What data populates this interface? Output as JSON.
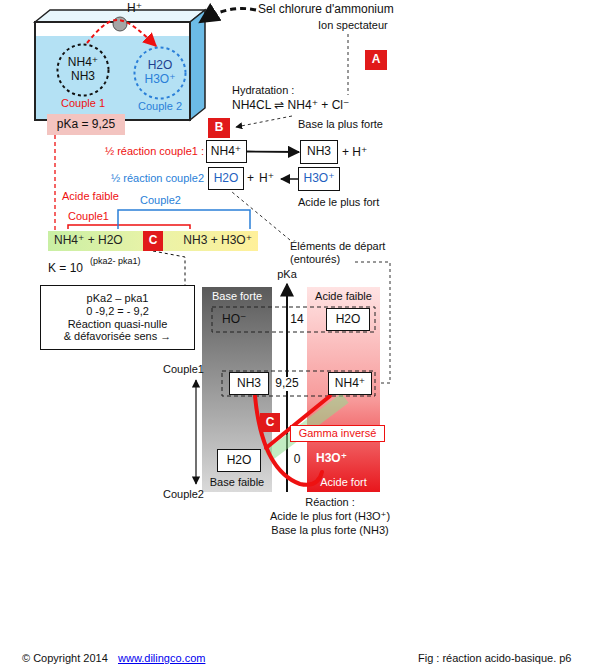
{
  "diagram": {
    "caption": "Fig :  réaction acido-basique. p6",
    "nodes": [
      {
        "text": [
          "NH4⁺",
          "NH3",
          "Couple 1"
        ]
      },
      {
        "text": [
          "H2O",
          "H3O⁺",
          "Couple 2"
        ]
      },
      {
        "text": [
          "pKa = 9,25"
        ]
      },
      {
        "text": [
          "A"
        ]
      },
      {
        "text": [
          "B"
        ]
      },
      {
        "text": [
          "NH4⁺"
        ]
      },
      {
        "text": [
          "NH3"
        ]
      },
      {
        "text": [
          "H2O"
        ]
      },
      {
        "text": [
          "H3O⁺"
        ]
      },
      {
        "text": [
          "NH4⁺ + H2O",
          "NH3 + H3O⁺"
        ]
      },
      {
        "text": [
          "C"
        ],
        "in": 9
      },
      {
        "text": [
          "pKa2 – pka1",
          "0 -9,2 = - 9,2",
          "Réaction quasi-nulle",
          "& défavorisée sens →"
        ]
      },
      {
        "text": [
          "Base forte",
          "Base faible"
        ]
      },
      {
        "text": [
          "NH3"
        ],
        "in": 12
      },
      {
        "text": [
          "H2O"
        ],
        "in": 12
      },
      {
        "text": [
          "Acide faible",
          "Acide fort"
        ]
      },
      {
        "text": [
          "H2O"
        ],
        "in": 15
      },
      {
        "text": [
          "NH4⁺"
        ],
        "in": 15
      },
      {
        "text": [
          "C"
        ]
      },
      {
        "text": [
          "Gamma inversé"
        ]
      }
    ],
    "edges": [
      {
        "from": 0,
        "to": 1,
        "arrow": "to"
      },
      {
        "from": 2,
        "to": 9,
        "arrow": "none"
      },
      {
        "from": 5,
        "to": 6,
        "arrow": "to"
      },
      {
        "from": 10,
        "to": 11,
        "arrow": "none"
      }
    ],
    "labels": [
      "Sel chlorure d'ammonium",
      "H⁺",
      "Ion spectateur",
      "Hydratation :",
      "NH4CL ⇌ NH4⁺ + Cl⁻",
      "Base la plus forte",
      "½ réaction couple1 :",
      "+ H⁺",
      "½ réaction couple2",
      "+",
      "H⁺",
      "Acide le plus fort",
      "Acide faible",
      "Couple1",
      "Couple2",
      "Éléments de départ (entourés)",
      "K = 10",
      "(pka2- pka1)",
      "pKa",
      "HO⁻",
      "14",
      "9,25",
      "0",
      "H3O⁺",
      "Couple1",
      "Couple2",
      "Réaction :",
      "Acide le plus fort (H3O⁺)",
      "Base la plus forte (NH3)",
      "© Copyright 2014",
      "www.dilingco.com",
      "Fig :  réaction acido-basique. p6"
    ]
  }
}
